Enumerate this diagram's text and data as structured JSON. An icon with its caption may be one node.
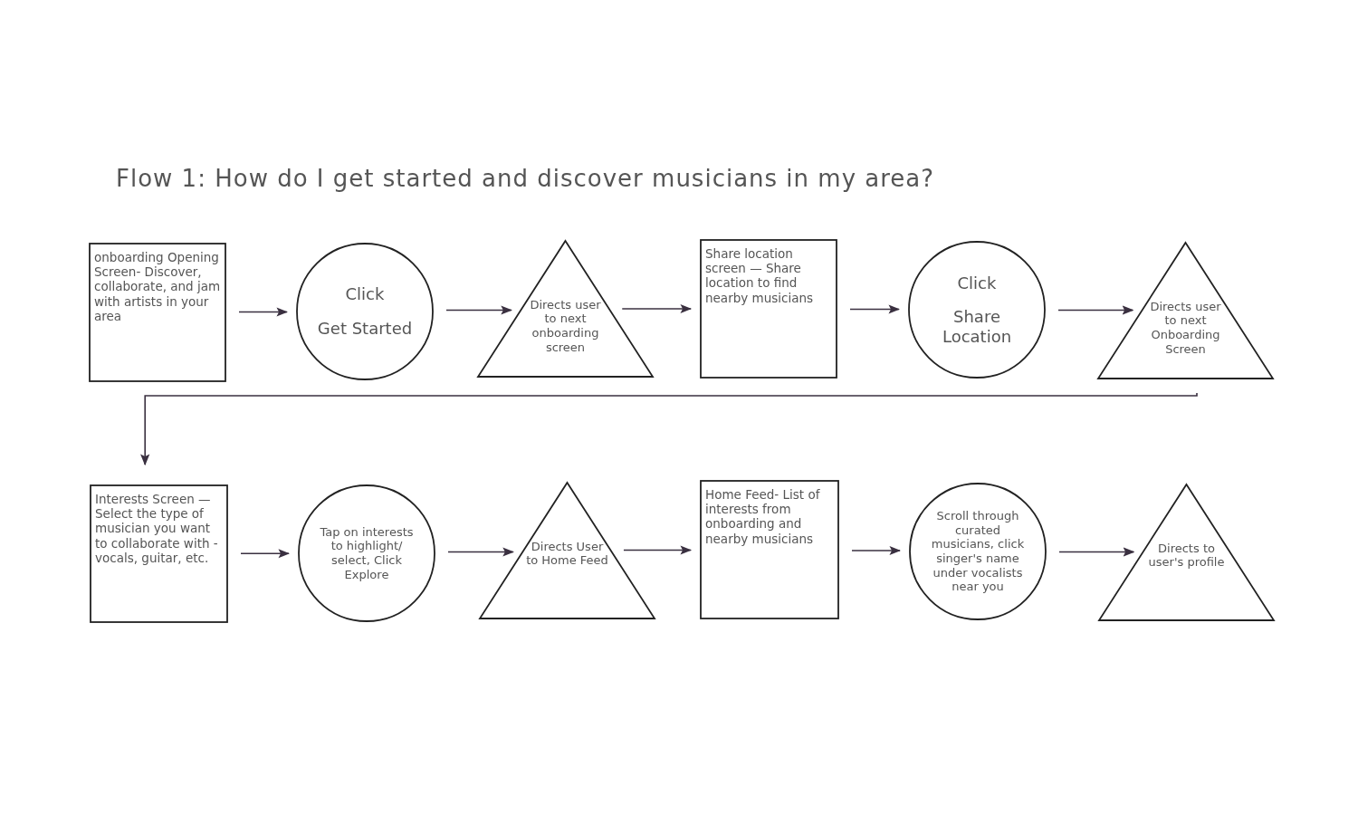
{
  "diagram": {
    "title": "Flow 1: How do I get started and discover musicians in my area?",
    "nodes": [
      {
        "text": [
          "onboarding Opening Screen- Discover, collaborate, and jam with artists in your area"
        ]
      },
      {
        "text": [
          "Click",
          "Get Started"
        ]
      },
      {
        "text": [
          "Directs user to next onboarding screen"
        ]
      },
      {
        "text": [
          "Share location screen — Share location to find nearby musicians"
        ]
      },
      {
        "text": [
          "Click",
          "Share Location"
        ]
      },
      {
        "text": [
          "Directs user to next Onboarding Screen"
        ]
      },
      {
        "text": [
          "Interests Screen — Select the type of musician you want to collaborate with - vocals, guitar, etc."
        ]
      },
      {
        "text": [
          "Tap on interests to highlight/ select, Click Explore"
        ]
      },
      {
        "text": [
          "Directs User to Home Feed"
        ]
      },
      {
        "text": [
          "Home Feed- List of interests from onboarding and nearby musicians"
        ]
      },
      {
        "text": [
          "Scroll through curated musicians, click singer's name under vocalists near you"
        ]
      },
      {
        "text": [
          "Directs to user's profile"
        ]
      }
    ],
    "edges": [
      {
        "from": 0,
        "to": 1,
        "arrow": "to"
      },
      {
        "from": 1,
        "to": 2,
        "arrow": "to"
      },
      {
        "from": 2,
        "to": 3,
        "arrow": "to"
      },
      {
        "from": 3,
        "to": 4,
        "arrow": "to"
      },
      {
        "from": 4,
        "to": 5,
        "arrow": "to"
      },
      {
        "from": 5,
        "to": 6,
        "arrow": "to"
      },
      {
        "from": 6,
        "to": 7,
        "arrow": "to"
      },
      {
        "from": 7,
        "to": 8,
        "arrow": "to"
      },
      {
        "from": 8,
        "to": 9,
        "arrow": "to"
      },
      {
        "from": 9,
        "to": 10,
        "arrow": "to"
      },
      {
        "from": 10,
        "to": 11,
        "arrow": "to"
      }
    ]
  }
}
